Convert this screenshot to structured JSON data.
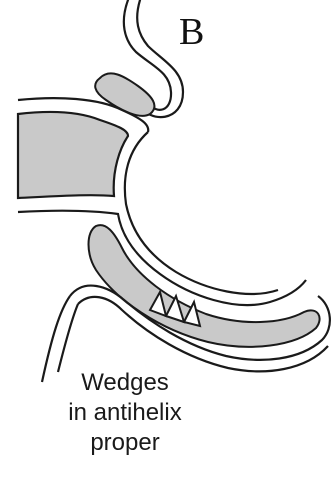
{
  "panel_label": "B",
  "caption": {
    "line1": "Wedges",
    "line2": "in antihelix",
    "line3": "proper"
  },
  "colors": {
    "outline": "#1a1a1a",
    "cartilage_fill": "#c9c9c9",
    "background": "#ffffff"
  }
}
